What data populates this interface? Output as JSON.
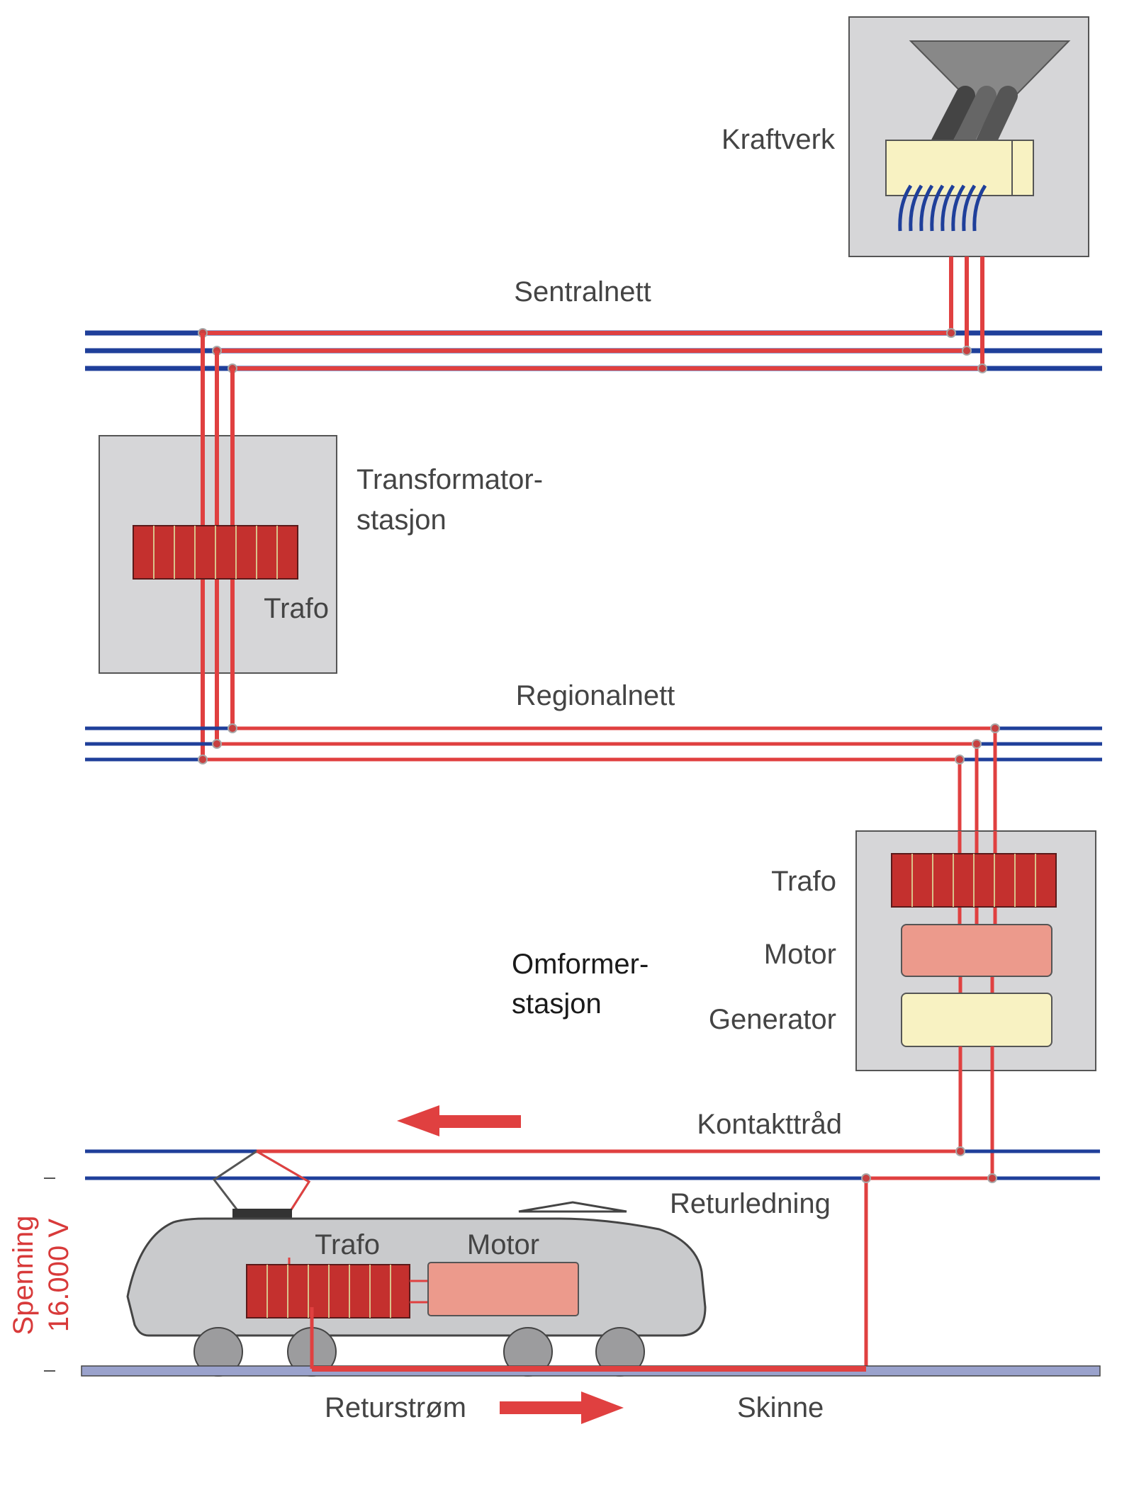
{
  "labels": {
    "power_plant": "Kraftverk",
    "central_grid": "Sentralnett",
    "transformer_station_line1": "Transformator-",
    "transformer_station_line2": "stasjon",
    "transformer_station_trafo": "Trafo",
    "regional_grid": "Regionalnett",
    "converter_trafo": "Trafo",
    "converter_motor": "Motor",
    "converter_generator": "Generator",
    "converter_station_line1": "Omformer-",
    "converter_station_line2": "stasjon",
    "contact_wire": "Kontakttråd",
    "return_line": "Returledning",
    "train_trafo": "Trafo",
    "train_motor": "Motor",
    "voltage_line1": "Spenning",
    "voltage_line2": "16.000 V",
    "return_current": "Returstrøm",
    "rail": "Skinne"
  },
  "colors": {
    "grid_blue": "#1f3f9a",
    "current_red": "#e04040",
    "box_gray": "#d6d6d8",
    "trafo_red": "#c4302e",
    "motor_pink": "#ec9a8c",
    "generator_cream": "#f8f2c2",
    "rail_blue": "#9aa2cc"
  }
}
